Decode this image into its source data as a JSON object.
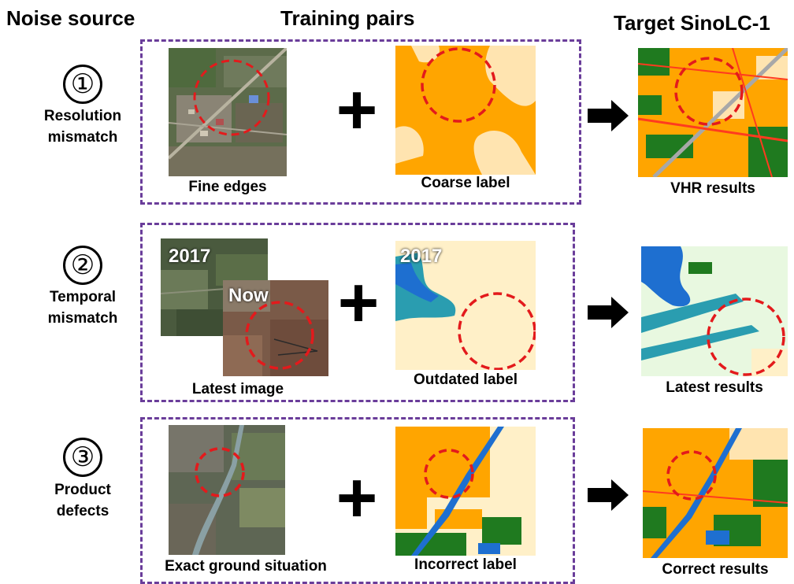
{
  "headers": {
    "noise_source": "Noise source",
    "training_pairs": "Training pairs",
    "target": "Target SinoLC-1"
  },
  "rows": [
    {
      "number": "①",
      "label_line1": "Resolution",
      "label_line2": "mismatch",
      "image_caption": "Fine edges",
      "label_caption": "Coarse label",
      "result_caption": "VHR results"
    },
    {
      "number": "②",
      "label_line1": "Temporal",
      "label_line2": "mismatch",
      "image_caption": "Latest image",
      "label_caption": "Outdated label",
      "result_caption": "Latest results",
      "year_old": "2017",
      "year_now": "Now",
      "label_year": "2017"
    },
    {
      "number": "③",
      "label_line1": "Product",
      "label_line2": "defects",
      "image_caption": "Exact ground situation",
      "label_caption": "Incorrect label",
      "result_caption": "Correct results"
    }
  ],
  "plus_symbol": "+",
  "colors": {
    "dashed_box": "#6a3d9a",
    "highlight_circle": "#e31a1c",
    "cropland": "#ffa500",
    "impervious": "#ffe4b0",
    "forest": "#1f7a1f",
    "water": "#1e6fd0",
    "arrow": "#000000"
  }
}
